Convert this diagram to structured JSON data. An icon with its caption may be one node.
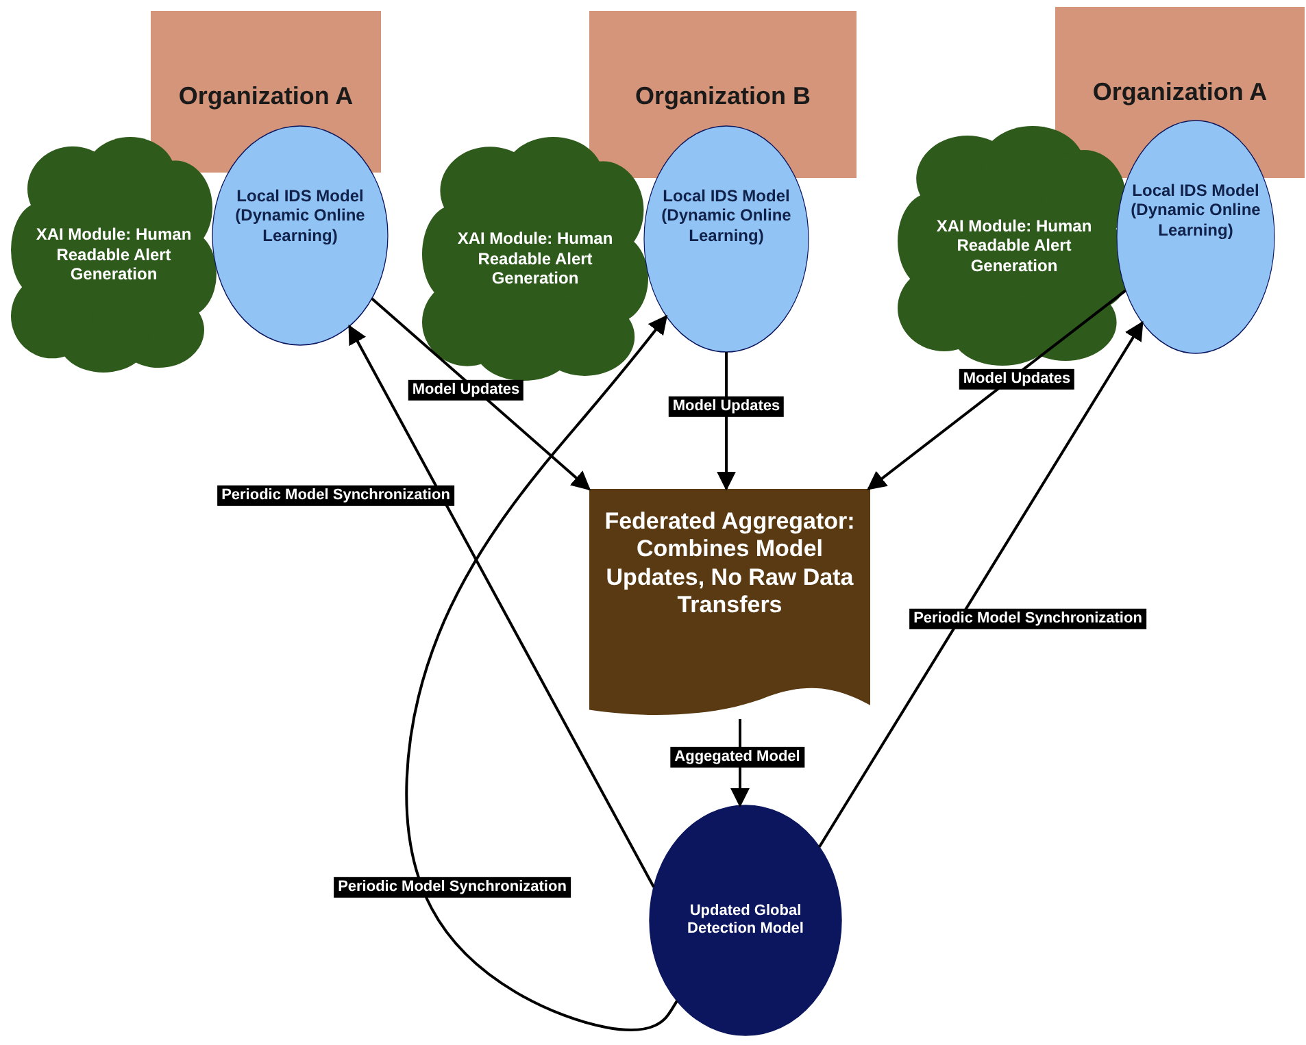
{
  "diagram": {
    "nodes": [
      {
        "text": [
          "Organization A"
        ]
      },
      {
        "text": [
          "XAI Module: Human Readable Alert Generation"
        ]
      },
      {
        "text": [
          "Local IDS Model (Dynamic Online Learning)"
        ]
      },
      {
        "text": [
          "Organization B"
        ]
      },
      {
        "text": [
          "XAI Module: Human Readable Alert Generation"
        ]
      },
      {
        "text": [
          "Local IDS Model (Dynamic Online Learning)"
        ]
      },
      {
        "text": [
          "Organization A"
        ]
      },
      {
        "text": [
          "XAI Module: Human Readable Alert Generation"
        ]
      },
      {
        "text": [
          "Local IDS Model (Dynamic Online Learning)"
        ]
      },
      {
        "text": [
          "Federated Aggregator: Combines Model Updates, No Raw Data Transfers"
        ]
      },
      {
        "text": [
          "Updated Global Detection Model"
        ]
      }
    ],
    "edges": [
      {
        "from": 2,
        "to": 9,
        "arrow": "to",
        "label": "Model Updates"
      },
      {
        "from": 5,
        "to": 9,
        "arrow": "to",
        "label": "Model Updates"
      },
      {
        "from": 8,
        "to": 9,
        "arrow": "to",
        "label": "Model Updates"
      },
      {
        "from": 9,
        "to": 10,
        "arrow": "to",
        "label": "Aggegated Model"
      },
      {
        "from": 10,
        "to": 2,
        "arrow": "to",
        "label": "Periodic Model Synchronization"
      },
      {
        "from": 10,
        "to": 5,
        "arrow": "to",
        "label": "Periodic Model Synchronization"
      },
      {
        "from": 10,
        "to": 8,
        "arrow": "to",
        "label": "Periodic Model Synchronization"
      }
    ]
  }
}
